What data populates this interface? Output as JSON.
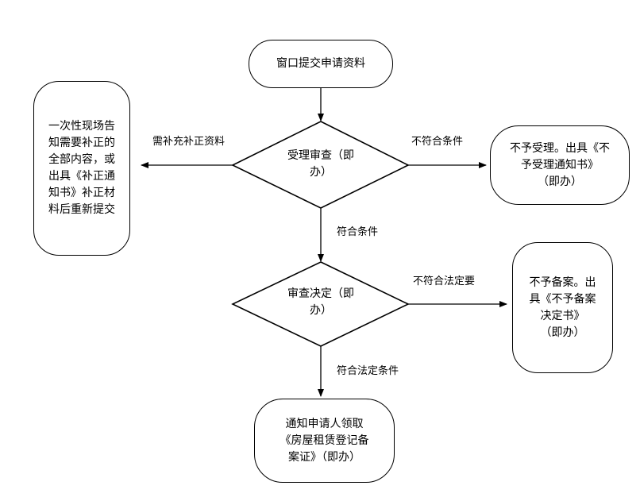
{
  "nodes": {
    "start": "窗口提交申请资料",
    "review": "受理审查（即\n办）",
    "left": "一次性现场告\n知需要补正的\n全部内容，或\n出具《补正通\n知书》补正材\n料后重新提交",
    "reject1": "不予受理。出具《不\n予受理通知书》\n（即办）",
    "decision": "审查决定（即\n办）",
    "reject2": "不予备案。出\n具《不予备案\n决定书》\n（即办）",
    "end": "通知申请人领取\n《房屋租赁登记备\n案证》（即办）"
  },
  "edges": {
    "need_supplement": "需补充补正资料",
    "not_qualified": "不符合条件",
    "qualified": "符合条件",
    "not_legal": "不符合法定要",
    "legal": "符合法定条件"
  }
}
